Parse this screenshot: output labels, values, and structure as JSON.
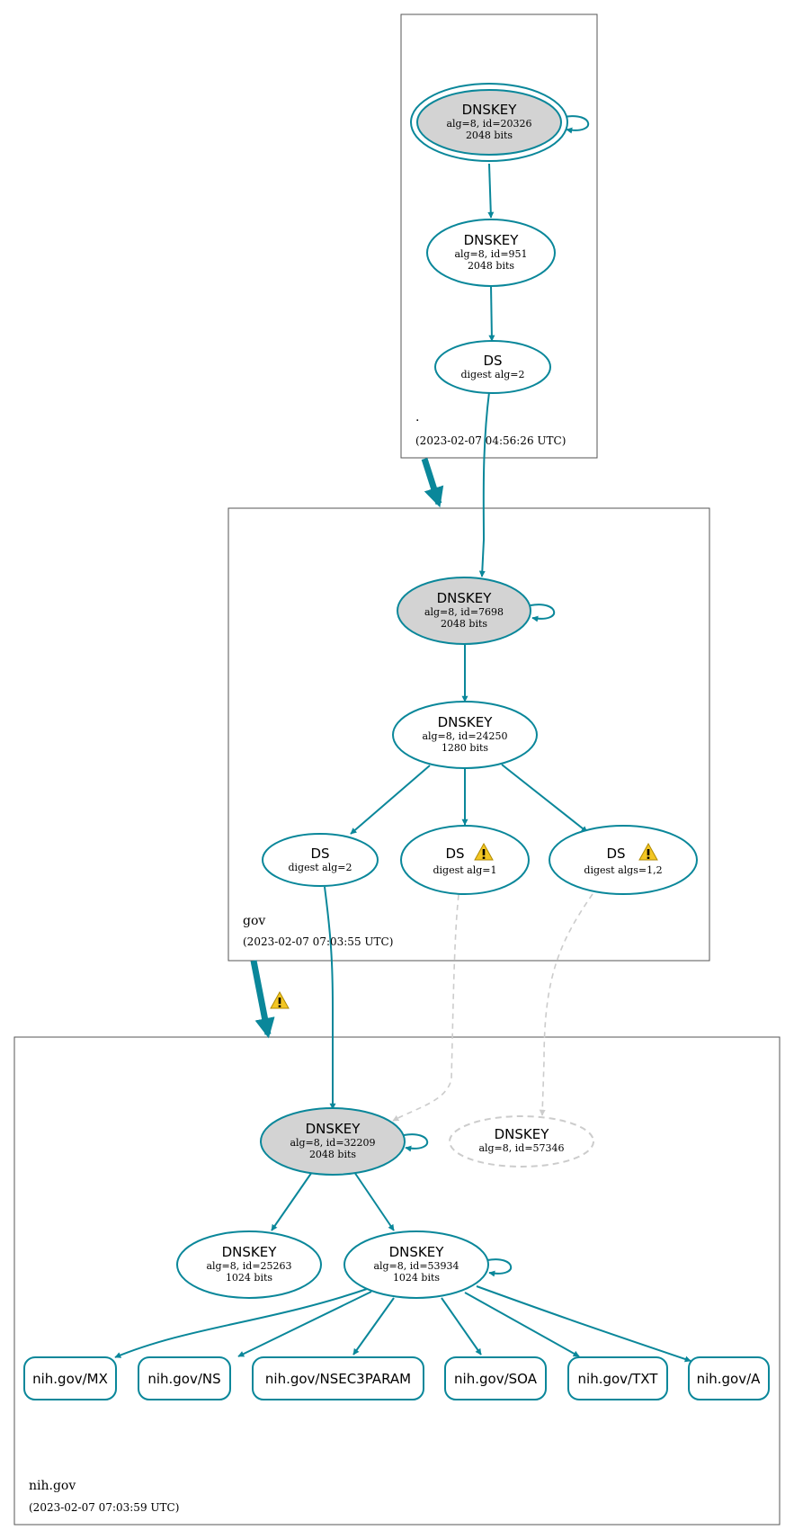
{
  "colors": {
    "edge": "#0a879a",
    "insecure_edge": "#cccccc",
    "sep_fill": "#d3d3d3",
    "warning": "#f3c623"
  },
  "zones": {
    "root": {
      "name": ".",
      "timestamp": "(2023-02-07 04:56:26 UTC)"
    },
    "gov": {
      "name": "gov",
      "timestamp": "(2023-02-07 07:03:55 UTC)"
    },
    "nih": {
      "name": "nih.gov",
      "timestamp": "(2023-02-07 07:03:59 UTC)"
    }
  },
  "nodes": {
    "root_ksk": {
      "title": "DNSKEY",
      "line1": "alg=8, id=20326",
      "line2": "2048 bits"
    },
    "root_zsk": {
      "title": "DNSKEY",
      "line1": "alg=8, id=951",
      "line2": "2048 bits"
    },
    "root_ds": {
      "title": "DS",
      "line1": "digest alg=2"
    },
    "gov_ksk": {
      "title": "DNSKEY",
      "line1": "alg=8, id=7698",
      "line2": "2048 bits"
    },
    "gov_zsk": {
      "title": "DNSKEY",
      "line1": "alg=8, id=24250",
      "line2": "1280 bits"
    },
    "gov_ds1": {
      "title": "DS",
      "line1": "digest alg=2"
    },
    "gov_ds2": {
      "title": "DS",
      "line1": "digest alg=1",
      "warning_icon": "warning-icon"
    },
    "gov_ds3": {
      "title": "DS",
      "line1": "digest algs=1,2",
      "warning_icon": "warning-icon"
    },
    "nih_ksk": {
      "title": "DNSKEY",
      "line1": "alg=8, id=32209",
      "line2": "2048 bits"
    },
    "nih_missing": {
      "title": "DNSKEY",
      "line1": "alg=8, id=57346"
    },
    "nih_zsk1": {
      "title": "DNSKEY",
      "line1": "alg=8, id=25263",
      "line2": "1024 bits"
    },
    "nih_zsk2": {
      "title": "DNSKEY",
      "line1": "alg=8, id=53934",
      "line2": "1024 bits"
    }
  },
  "rrsets": [
    "nih.gov/MX",
    "nih.gov/NS",
    "nih.gov/NSEC3PARAM",
    "nih.gov/SOA",
    "nih.gov/TXT",
    "nih.gov/A"
  ],
  "delegation_warning_icon": "warning-icon"
}
